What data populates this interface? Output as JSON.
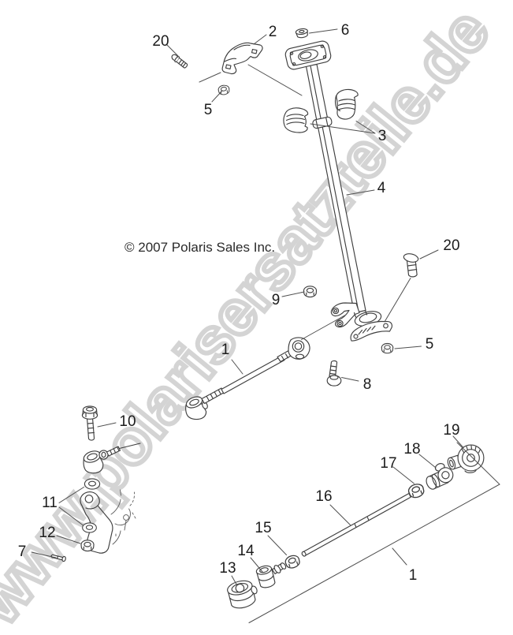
{
  "watermark": "www.polarisersatzteile.de",
  "copyright": "© 2007 Polaris Sales Inc.",
  "diagram": {
    "type": "exploded-parts-diagram",
    "subject": "steering column and tie rod assembly"
  },
  "colors": {
    "background": "#ffffff",
    "line": "#3f3f3f",
    "label": "#1c1c1c",
    "watermark": "#d4d4d4"
  },
  "callouts": [
    {
      "label": "20"
    },
    {
      "label": "2"
    },
    {
      "label": "6"
    },
    {
      "label": "5"
    },
    {
      "label": "3"
    },
    {
      "label": "4"
    },
    {
      "label": "9"
    },
    {
      "label": "20"
    },
    {
      "label": "5"
    },
    {
      "label": "8"
    },
    {
      "label": "1"
    },
    {
      "label": "10"
    },
    {
      "label": "11"
    },
    {
      "label": "12"
    },
    {
      "label": "7"
    },
    {
      "label": "13"
    },
    {
      "label": "14"
    },
    {
      "label": "15"
    },
    {
      "label": "16"
    },
    {
      "label": "17"
    },
    {
      "label": "18"
    },
    {
      "label": "19"
    },
    {
      "label": "1"
    }
  ]
}
